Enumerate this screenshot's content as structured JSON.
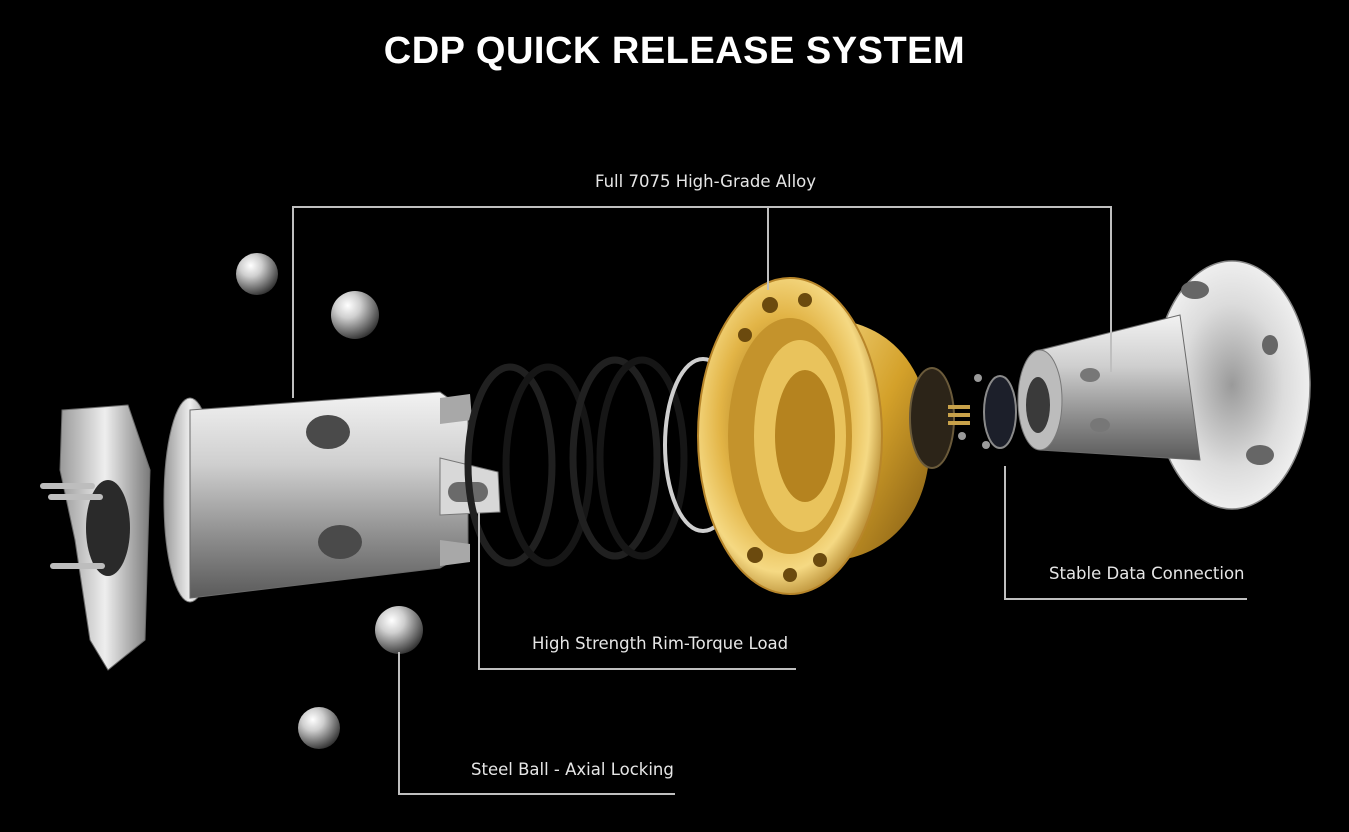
{
  "title": "CDP QUICK RELEASE SYSTEM",
  "callouts": {
    "alloy": "Full 7075 High-Grade Alloy",
    "data_connection": "Stable Data Connection",
    "torque": "High Strength Rim-Torque Load",
    "steel_ball": "Steel Ball - Axial Locking"
  },
  "colors": {
    "background": "#000000",
    "text": "#ffffff",
    "leader_line": "#bfbfbf",
    "gold": "#d4a12a",
    "silver": "#c8c8c8",
    "spring": "#111111"
  }
}
